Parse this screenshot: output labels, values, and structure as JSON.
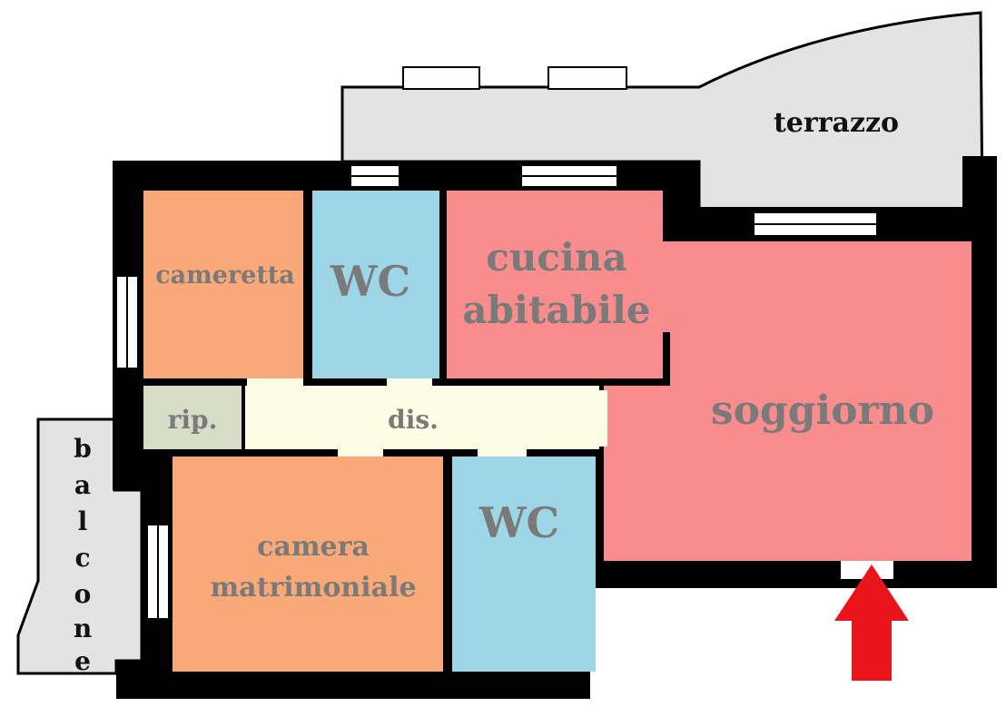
{
  "rooms": {
    "terrazzo": "terrazzo",
    "cameretta": "cameretta",
    "wc_top": "WC",
    "cucina_line1": "cucina",
    "cucina_line2": "abitabile",
    "soggiorno": "soggiorno",
    "ripostiglio": "rip.",
    "disimpegno": "dis.",
    "camera_line1": "camera",
    "camera_line2": "matrimoniale",
    "wc_bottom": "WC",
    "balcone_letters": [
      "b",
      "a",
      "l",
      "c",
      "o",
      "n",
      "e"
    ]
  },
  "colors": {
    "wall": "#000000",
    "outdoor": "#e3e3e3",
    "bedroom": "#f9a978",
    "bathroom": "#9dd7e7",
    "living": "#f98d8d",
    "storage": "#d6dcc6",
    "corridor": "#fdfde6",
    "entrance_arrow": "#e9151b",
    "label": "#7a7a7a"
  }
}
